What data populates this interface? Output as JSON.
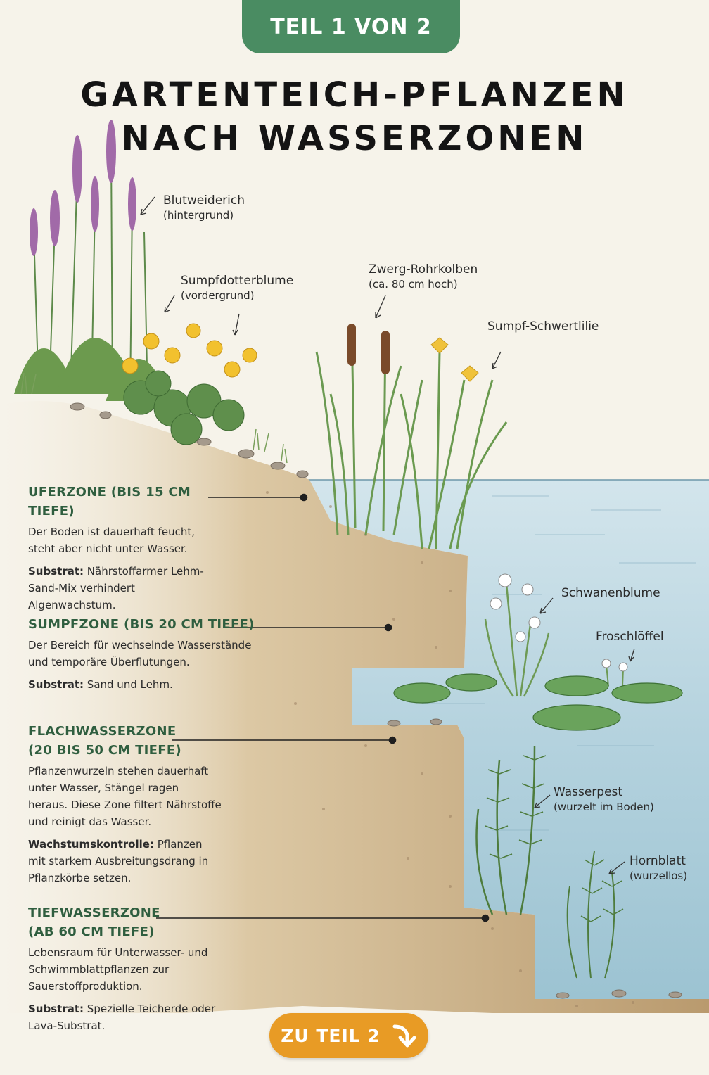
{
  "header": {
    "part_tab": "TEIL 1 VON 2"
  },
  "title": {
    "line1": "GARTENTEICH-PFLANZEN",
    "line2": "NACH WASSERZONEN"
  },
  "plants": {
    "blutweiderich": {
      "name": "Blutweiderich",
      "note": "(hintergrund)"
    },
    "sumpfdotterblume": {
      "name": "Sumpfdotterblume",
      "note": "(vordergrund)"
    },
    "rohrkolben": {
      "name": "Zwerg-Rohrkolben",
      "note": "(ca. 80 cm hoch)"
    },
    "schwertlilie": {
      "name": "Sumpf-Schwertlilie"
    },
    "schwanenblume": {
      "name": "Schwanenblume"
    },
    "froschloeffel": {
      "name": "Froschlöffel"
    },
    "wasserpest": {
      "name": "Wasserpest",
      "note": "(wurzelt im Boden)"
    },
    "hornblatt": {
      "name": "Hornblatt",
      "note": "(wurzellos)"
    }
  },
  "zones": [
    {
      "title": "UFERZONE (BIS 15 CM TIEFE)",
      "text": "Der Boden ist dauerhaft feucht, steht aber nicht unter Wasser.",
      "sub_label": "Substrat:",
      "sub_text": "Nährstoffarmer Lehm-Sand-Mix verhindert Algenwachstum."
    },
    {
      "title": "SUMPFZONE (BIS 20 CM TIEFE)",
      "text": "Der Bereich für wechselnde Wasserstände und temporäre Überflutungen.",
      "sub_label": "Substrat:",
      "sub_text": "Sand und Lehm."
    },
    {
      "title_line1": "FLACHWASSERZONE",
      "title_line2": "(20 BIS 50 CM TIEFE)",
      "text": "Pflanzenwurzeln stehen dauerhaft unter Wasser, Stängel ragen heraus. Diese Zone filtert Nährstoffe und reinigt das Wasser.",
      "sub_label": "Wachstumskontrolle:",
      "sub_text": "Pflanzen mit starkem Ausbreitungsdrang in Pflanzkörbe setzen."
    },
    {
      "title_line1": "TIEFWASSERZONE",
      "title_line2": "(AB 60 CM TIEFE)",
      "text": "Lebensraum für Unterwasser- und Schwimmblattpflanzen zur Sauerstoffproduktion.",
      "sub_label": "Substrat:",
      "sub_text": "Spezielle Teicherde oder Lava-Substrat."
    }
  ],
  "footer": {
    "next_label": "ZU TEIL 2"
  },
  "colors": {
    "background": "#f6f3ea",
    "tab_green": "#4a8c62",
    "zone_title_green": "#2f5e3f",
    "button_orange": "#e89b25",
    "water": "#bcd8e4",
    "soil": "#c8ad84"
  }
}
